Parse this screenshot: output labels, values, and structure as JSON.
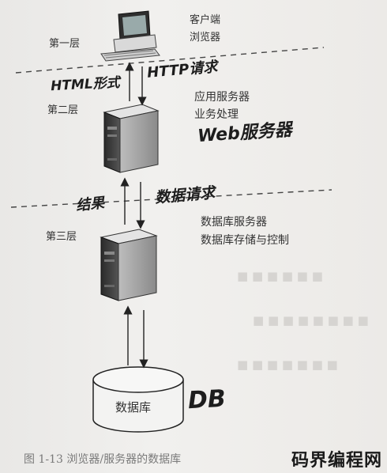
{
  "layers": {
    "layer1": "第一层",
    "layer2": "第二层",
    "layer3": "第三层"
  },
  "client": {
    "line1": "客户端",
    "line2": "浏览器"
  },
  "web_server": {
    "line1": "应用服务器",
    "line2": "业务处理",
    "handwritten": "Web服务器"
  },
  "db_server": {
    "line1": "数据库服务器",
    "line2": "数据库存储与控制"
  },
  "database": {
    "label": "数据库",
    "handwritten": "DB"
  },
  "annotations": {
    "html_format": "HTML形式",
    "http_request": "HTTP请求",
    "result": "结果",
    "data_request": "数据请求"
  },
  "caption": "图 1-13   浏览器/服务器的数据库",
  "watermark": "码界编程网"
}
